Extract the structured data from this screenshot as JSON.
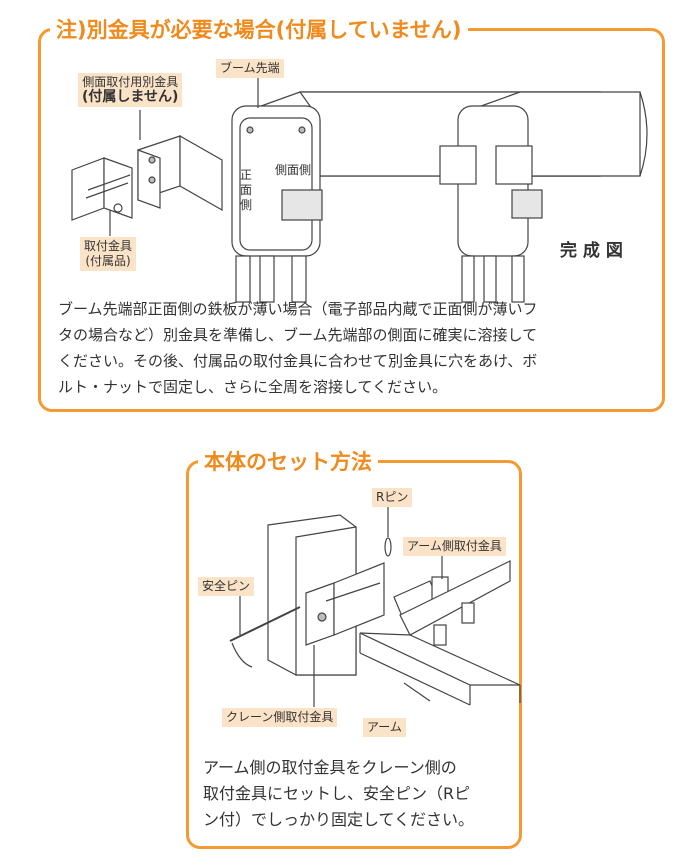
{
  "section1": {
    "title": "注)別金具が必要な場合(付属していません)",
    "labels": {
      "side_bracket_line1": "側面取付用別金具",
      "side_bracket_line2": "(付属しません)",
      "boom_tip": "ブーム先端",
      "front_side_chars": [
        "正",
        "面",
        "側"
      ],
      "side": "側面側",
      "mounting_bracket_line1": "取付金具",
      "mounting_bracket_line2": "(付属品)",
      "completed": "完 成 図"
    },
    "paragraph": [
      "ブーム先端部正面側の鉄板が薄い場合（電子部品内蔵で正面側が薄いフ",
      "タの場合など）別金具を準備し、ブーム先端部の側面に確実に溶接して",
      "ください。その後、付属品の取付金具に合わせて別金具に穴をあけ、ボ",
      "ルト・ナットで固定し、さらに全周を溶接してください。"
    ]
  },
  "section2": {
    "title": "本体のセット方法",
    "labels": {
      "r_pin": "Rピン",
      "arm_bracket": "アーム側取付金具",
      "safety_pin": "安全ピン",
      "crane_bracket": "クレーン側取付金具",
      "arm": "アーム"
    },
    "paragraph": [
      "アーム側の取付金具をクレーン側の",
      "取付金具にセットし、安全ピン（Rピ",
      "ン付）でしっかり固定してください。"
    ]
  },
  "colors": {
    "accent": "#f39a33",
    "title": "#f08a1c",
    "label_bg": "#fbe3c8"
  }
}
